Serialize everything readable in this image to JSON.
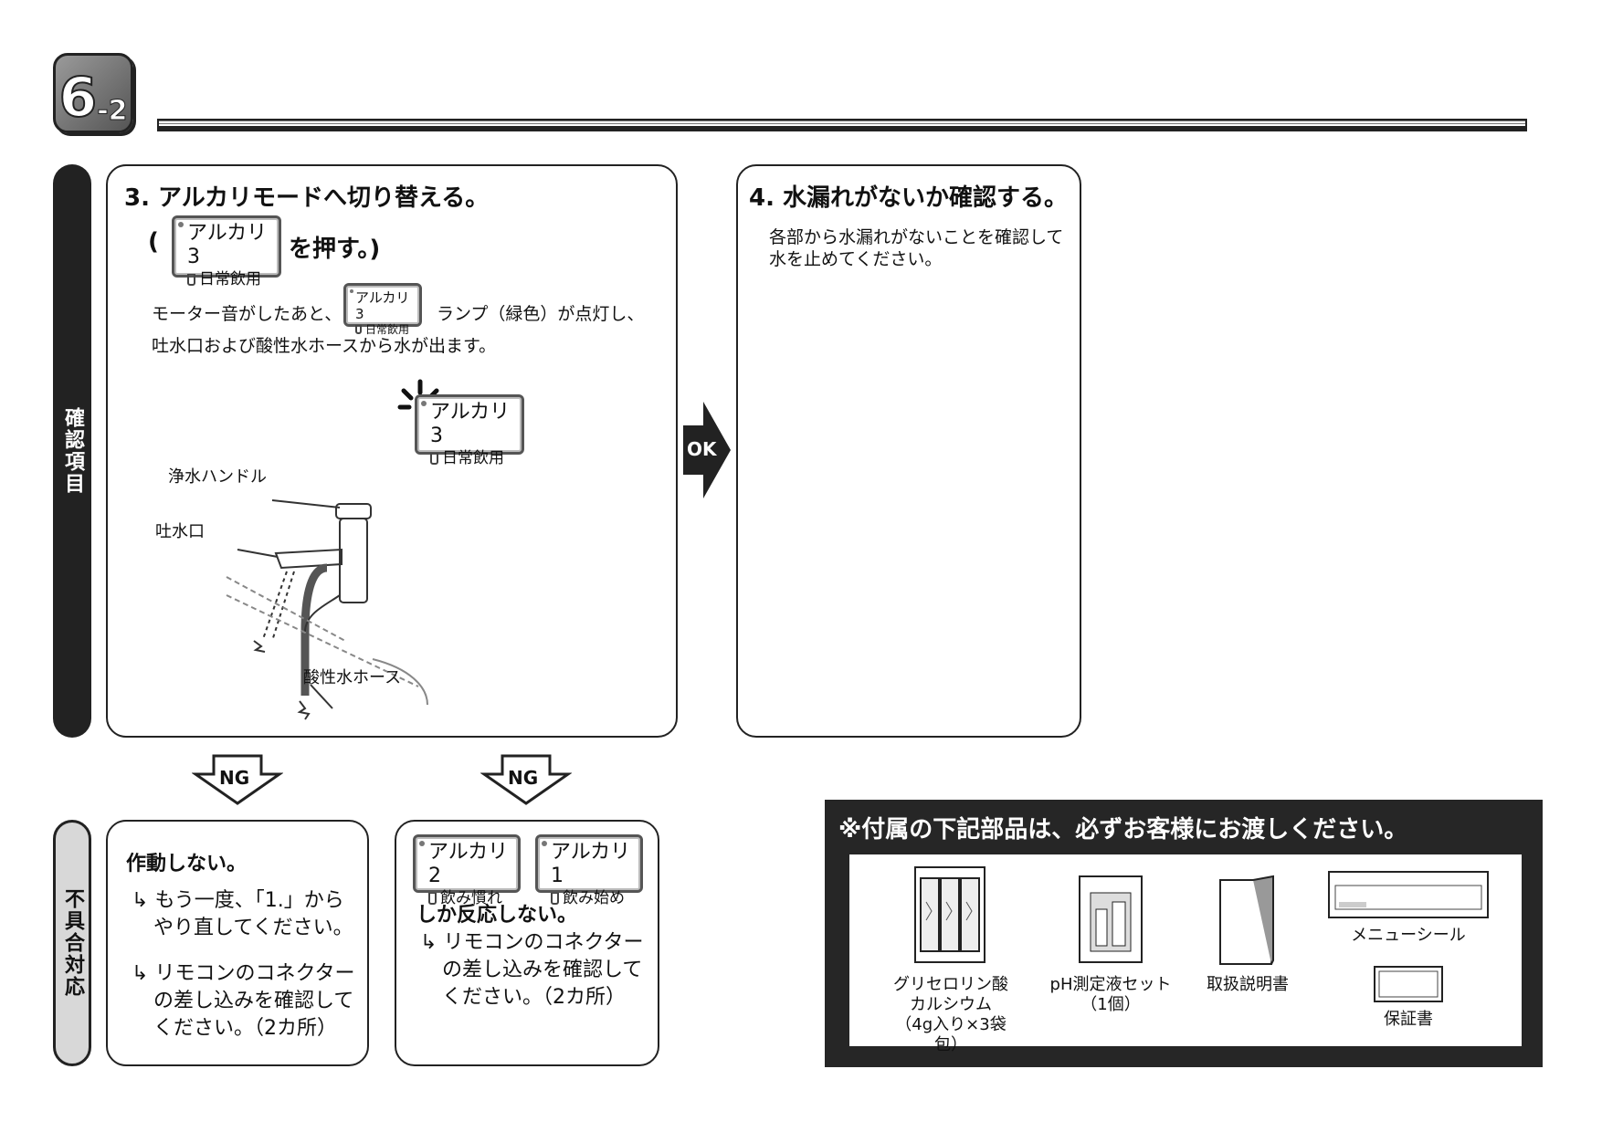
{
  "header": {
    "section_major": "6",
    "section_minor": "-2"
  },
  "side_tabs": {
    "check": "確認項目",
    "trouble": "不具合対応"
  },
  "step3": {
    "title": "3. アルカリモードへ切り替える。",
    "press_open": "(",
    "press_close": "を押す。)",
    "line1_pre": "モーター音がしたあと、",
    "line1_post": "ランプ（緑色）が点灯し、",
    "line2": "吐水口および酸性水ホースから水が出ます。",
    "button": {
      "top": "アルカリ3",
      "bottom": "日常飲用"
    },
    "labels": {
      "handle": "浄水ハンドル",
      "spout": "吐水口",
      "hose": "酸性水ホース"
    }
  },
  "ok_label": "OK",
  "step4": {
    "title": "4. 水漏れがないか確認する。",
    "line1": "各部から水漏れがないことを確認して",
    "line2": "水を止めてください。"
  },
  "ng_label": "NG",
  "trouble1": {
    "title": "作動しない。",
    "b1_l1": "もう一度、「1.」から",
    "b1_l2": "やり直してください。",
    "b2_l1": "リモコンのコネクター",
    "b2_l2": "の差し込みを確認して",
    "b2_l3": "ください。（2カ所）"
  },
  "trouble2": {
    "btn_a": {
      "top": "アルカリ2",
      "bottom": "飲み慣れ"
    },
    "btn_b": {
      "top": "アルカリ1",
      "bottom": "飲み始め"
    },
    "title": "しか反応しない。",
    "b1_l1": "リモコンのコネクター",
    "b1_l2": "の差し込みを確認して",
    "b1_l3": "ください。（2カ所）"
  },
  "accessories": {
    "title": "※付属の下記部品は、必ずお客様にお渡しください。",
    "item1": {
      "l1": "グリセロリン酸",
      "l2": "カルシウム",
      "l3": "（4g入り×3袋包）"
    },
    "item2": {
      "l1": "pH測定液セット",
      "l2": "（1個）"
    },
    "item3": {
      "l1": "取扱説明書"
    },
    "item4": {
      "l1": "メニューシール"
    },
    "item5": {
      "l1": "保証書"
    }
  },
  "colors": {
    "ink": "#222222",
    "tab_light": "#d8d8d8",
    "button_border": "#555555"
  }
}
